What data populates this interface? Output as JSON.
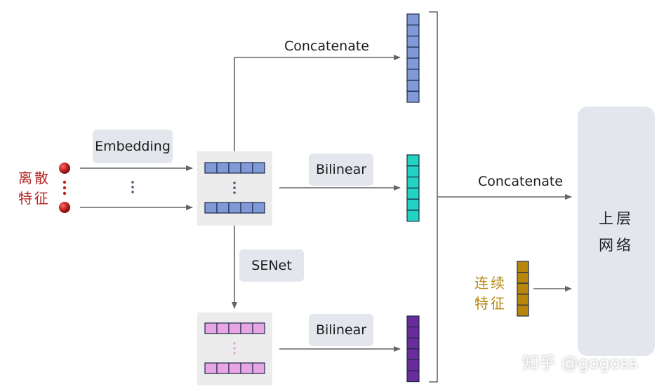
{
  "input": {
    "label_line1": "离散",
    "label_line2": "特征",
    "color": "#b22222"
  },
  "pills": {
    "embedding": "Embedding",
    "bilinear_top": "Bilinear",
    "senet": "SENet",
    "bilinear_bottom": "Bilinear"
  },
  "concat_top_label": "Concatenate",
  "concat_right_label": "Concatenate",
  "upper_network": {
    "line1": "上层",
    "line2": "网络"
  },
  "continuous": {
    "line1": "连续",
    "line2": "特征",
    "color": "#b8860b"
  },
  "ellipsis": "⋮",
  "watermark": "知乎 @gogoss",
  "colors": {
    "embedding_blue": "#7f9ad6",
    "senet_pink": "#e8a6e4",
    "concat_blue": "#7f9ad6",
    "bilinear_teal": "#22d3c2",
    "bilinear_purple": "#6a2c9a",
    "continuous_gold": "#b8860b",
    "dense_red": "#c0201f"
  }
}
